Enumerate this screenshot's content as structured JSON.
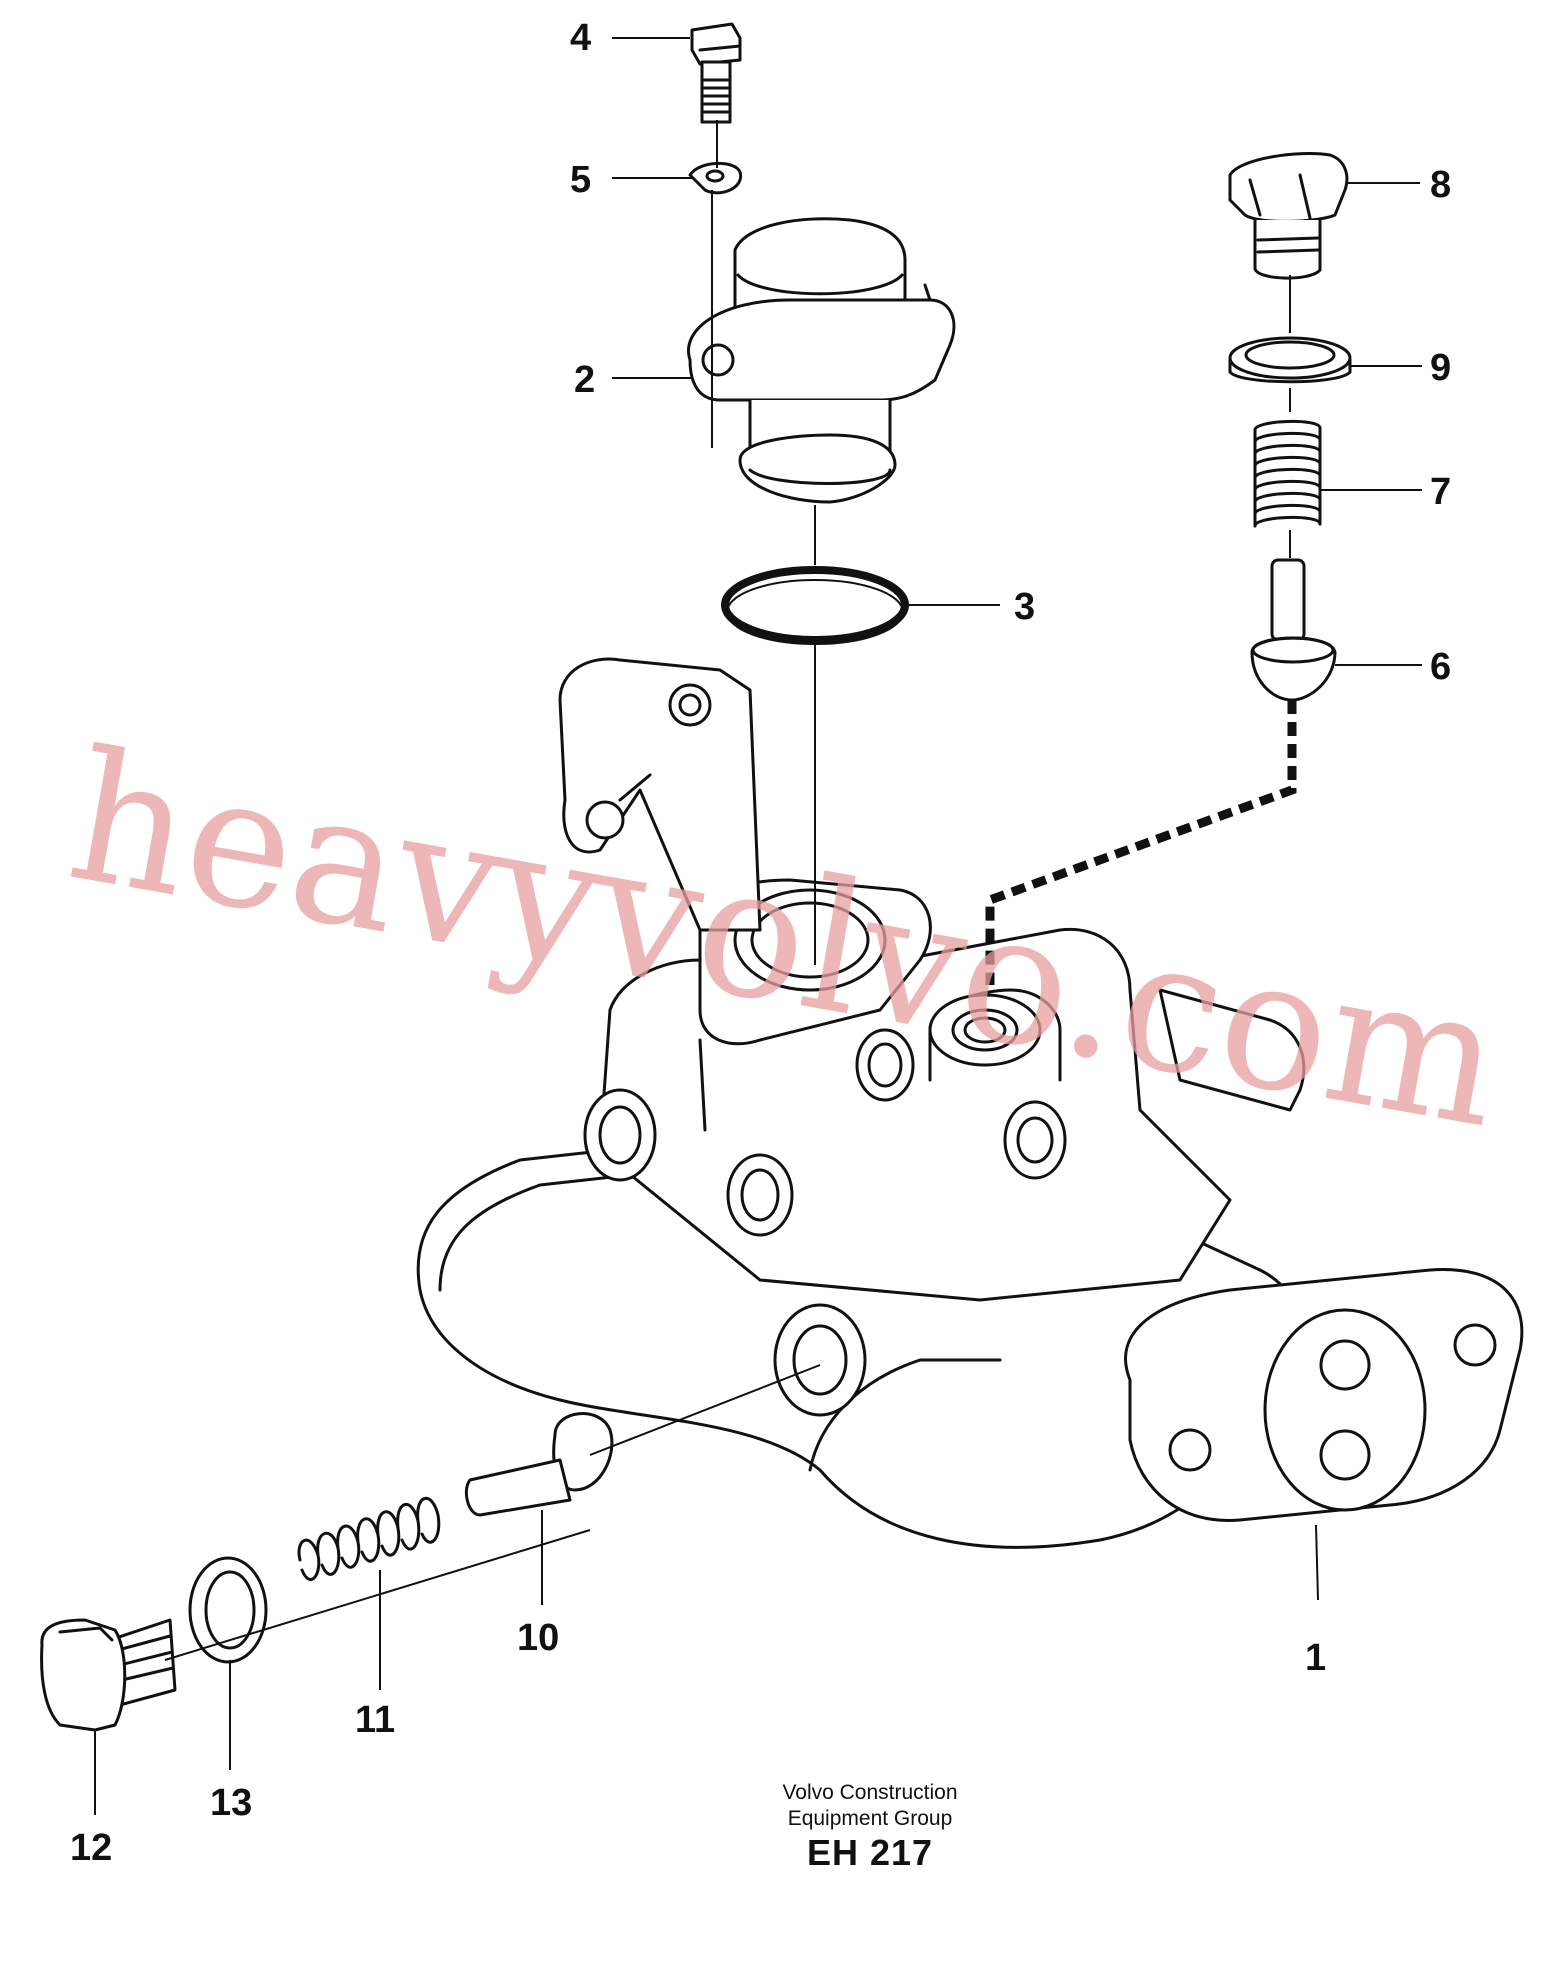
{
  "callouts": [
    "1",
    "2",
    "3",
    "4",
    "5",
    "6",
    "7",
    "8",
    "9",
    "10",
    "11",
    "12",
    "13"
  ],
  "footer": {
    "line1": "Volvo Construction",
    "line2": "Equipment Group",
    "code": "EH 217"
  },
  "watermark": "heavyvolvo.com",
  "colors": {
    "line": "#111111",
    "watermark": "#e8a0a0",
    "background": "#ffffff"
  }
}
